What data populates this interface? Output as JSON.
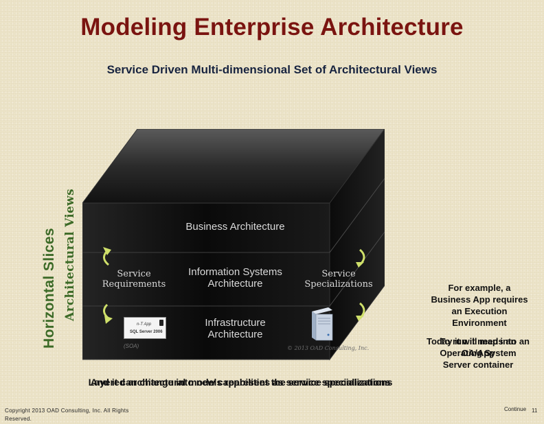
{
  "slide": {
    "title": "Modeling Enterprise Architecture",
    "subtitle": "Service Driven Multi-dimensional Set of Architectural Views",
    "side_label_main": "Horizontal Slices",
    "side_label_sub": "Architectural Views"
  },
  "cube": {
    "layers": {
      "business": "Business Architecture",
      "information": "Information Systems Architecture",
      "infrastructure": "Infrastructure Architecture"
    },
    "left_label": "Service Requirements",
    "right_label": "Service Specializations",
    "watermark": "© 2013 OAD Consulting, Inc.",
    "soa_mark": "(SOA)",
    "sql_card": {
      "line1": "n-T App",
      "line2": "SQL Server 2006"
    }
  },
  "notes": {
    "example": "For example, a Business App requires an Execution Environment",
    "overlap_a": "To run it needs an Operating System",
    "overlap_b": "Today it will map into an OA/App",
    "container": "Server container"
  },
  "bottom_overlap": [
    "And it can change into new capabilities as service specializations",
    "Layered architectural models represent the service specializations"
  ],
  "footer": {
    "copyright": "Copyright 2013 OAD Consulting, Inc. All Rights Reserved.",
    "continue": "Continue",
    "page": "11"
  },
  "colors": {
    "title": "#7a1410",
    "subtitle": "#17233f",
    "side_labels": "#3c6a27",
    "cube_dark": "#151515",
    "arrow_green": "#d6e86a"
  }
}
